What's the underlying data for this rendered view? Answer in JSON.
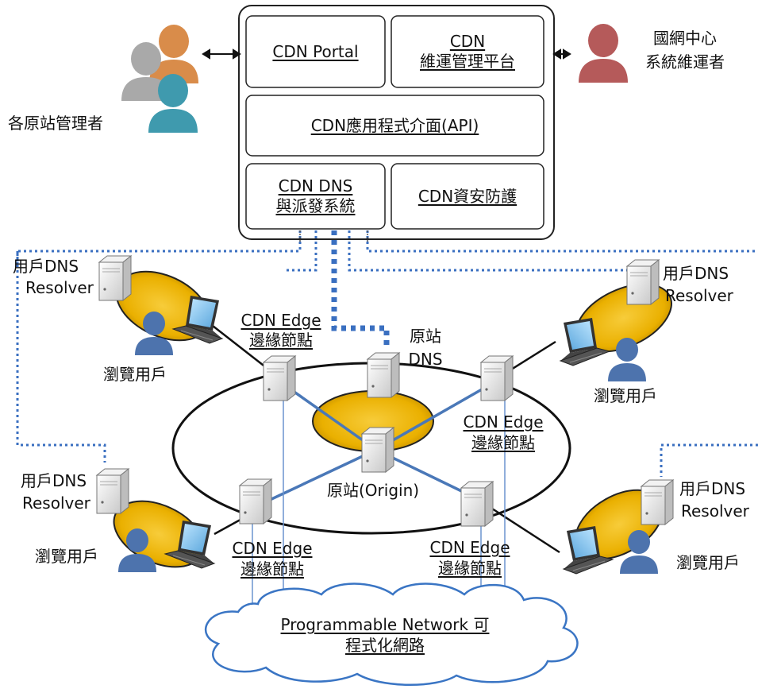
{
  "platform": {
    "portal": "CDN Portal",
    "ops_line1": "CDN",
    "ops_line2": "維運管理平台",
    "api": "CDN應用程式介面(API)",
    "dns_line1": "CDN DNS",
    "dns_line2": "與派發系統",
    "security": "CDN資安防護"
  },
  "actors": {
    "site_admins": "各原站管理者",
    "noc_line1": "國網中心",
    "noc_line2": "系統維運者"
  },
  "network": {
    "resolver_line1": "用戶DNS",
    "resolver_line2": "Resolver",
    "browse_user": "瀏覽用戶",
    "edge_line1": "CDN Edge",
    "edge_line2": "邊緣節點",
    "origin_dns_line1": "原站",
    "origin_dns_line2": "DNS",
    "origin": "原站(Origin)"
  },
  "cloud": {
    "line1": "Programmable Network 可",
    "line2": "程式化網路"
  },
  "colors": {
    "accent_gold": "#eab000",
    "dotted_blue": "#3a6fc0",
    "user_blue": "#4d73ad",
    "admin_orange": "#d98c4a",
    "admin_gray": "#a9a9a9",
    "admin_teal": "#3f9aae",
    "noc_red": "#b55a5a"
  }
}
